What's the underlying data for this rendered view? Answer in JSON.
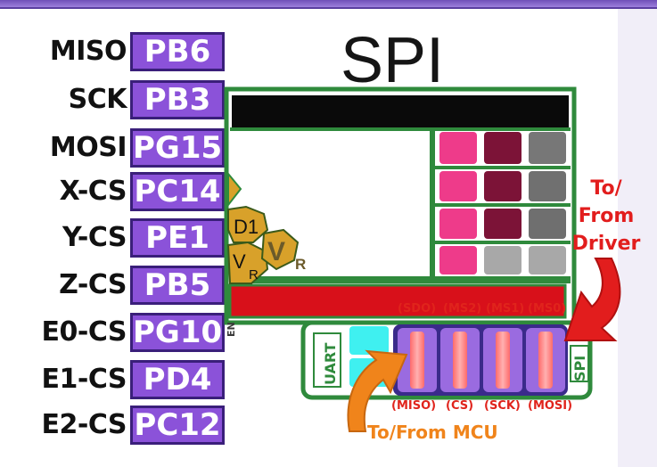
{
  "title": "SPI",
  "pins": [
    {
      "signal": "MISO",
      "pin": "PB6"
    },
    {
      "signal": "SCK",
      "pin": "PB3"
    },
    {
      "signal": "MOSI",
      "pin": "PG15"
    },
    {
      "signal": "X-CS",
      "pin": "PC14"
    },
    {
      "signal": "Y-CS",
      "pin": "PE1"
    },
    {
      "signal": "Z-CS",
      "pin": "PB5"
    },
    {
      "signal": "E0-CS",
      "pin": "PG10"
    },
    {
      "signal": "E1-CS",
      "pin": "PD4"
    },
    {
      "signal": "E2-CS",
      "pin": "PC12"
    }
  ],
  "board": {
    "d1": "D1",
    "vr_small": "V",
    "vr_small_sub": "R",
    "vr_big": "V",
    "vr_big_sub": "R",
    "uart": "UART",
    "spi": "SPI",
    "en": "EN"
  },
  "top_pin_labels": [
    "(SDO)",
    "(MS2)",
    "(MS1)",
    "(MS0)"
  ],
  "bottom_pin_labels": [
    "(MISO)",
    "(CS)",
    "(SCK)",
    "(MOSI)"
  ],
  "driver_label": {
    "line1": "To/",
    "line2": "From",
    "line3": "Driver"
  },
  "mcu_label": "To/From MCU",
  "colors": {
    "pin_purple": "#8b52d9",
    "board_green": "#2f8a3c",
    "header_red": "#d8101a",
    "pink": "#ee3b8a",
    "maroon": "#7c1337",
    "gray": "#7b7b7b",
    "cyan": "#3ff0f0",
    "driver_red": "#e21d1d",
    "mcu_orange": "#f0841b"
  }
}
